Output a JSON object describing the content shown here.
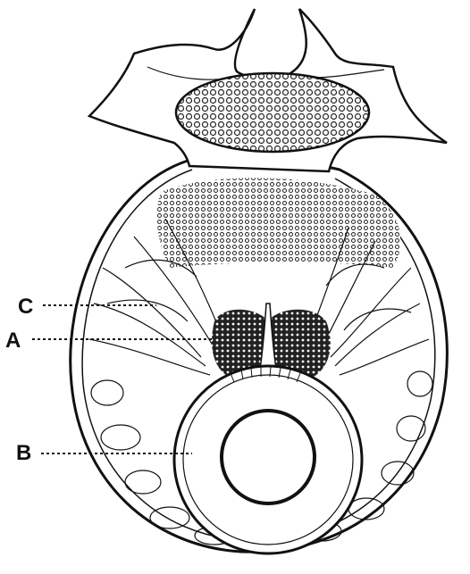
{
  "labels": {
    "c": "C",
    "a": "A",
    "b": "B"
  },
  "colors": {
    "ink": "#111111",
    "paper": "#ffffff",
    "granule": "#222222"
  }
}
